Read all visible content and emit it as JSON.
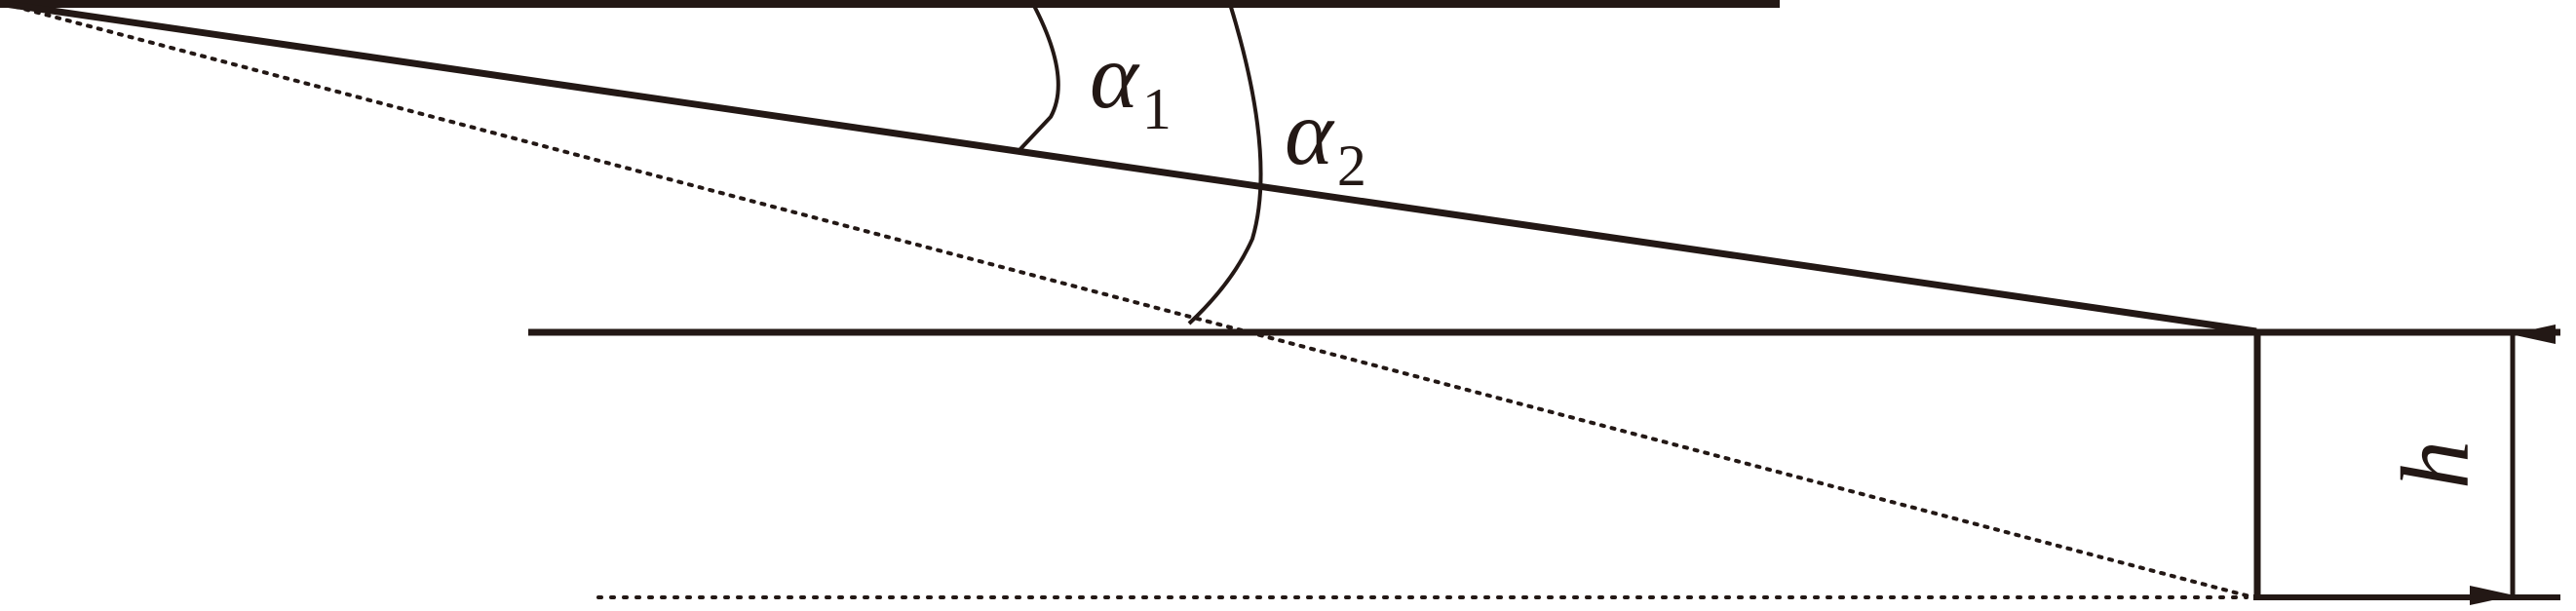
{
  "diagram": {
    "labels": {
      "alpha1": {
        "symbol": "α",
        "subscript": "1"
      },
      "alpha2": {
        "symbol": "α",
        "subscript": "2"
      },
      "height": "h"
    },
    "colors": {
      "stroke": "#231815"
    }
  }
}
